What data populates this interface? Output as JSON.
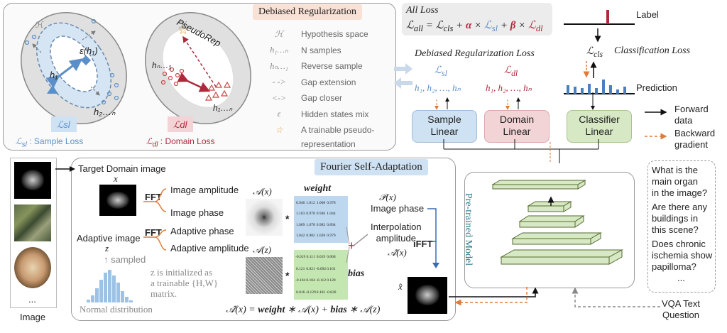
{
  "debiased": {
    "header": "Debiased Regularization",
    "sample_loss_label": "Sample Loss",
    "domain_loss_label": "Domain Loss",
    "pseudo_rep_label": "PseudoRep",
    "legend": [
      {
        "sym": "ℋ",
        "text": "Hypothesis space"
      },
      {
        "sym": "h₁…ₙ",
        "text": "N samples"
      },
      {
        "sym": "hₙ…₁",
        "text": "Reverse sample"
      },
      {
        "sym": "- ->",
        "text": "Gap extension"
      },
      {
        "sym": "<->",
        "text": "Gap closer"
      },
      {
        "sym": "ε",
        "text": "Hidden states mix"
      },
      {
        "sym": "☆",
        "text": "A trainable pseudo-"
      },
      {
        "sym": "",
        "text": "representation"
      }
    ]
  },
  "loss": {
    "all_loss_title": "All Loss",
    "debiased_loss_title": "Debiased Regularization Loss",
    "classification_loss_title": "Classification Loss",
    "hs_list": "h₁, h₂, …, hₙ"
  },
  "linears": {
    "sample": [
      "Sample",
      "Linear"
    ],
    "domain": [
      "Domain",
      "Linear"
    ],
    "classifier": [
      "Classifier",
      "Linear"
    ]
  },
  "labels": {
    "label": "Label",
    "prediction": "Prediction",
    "forward": [
      "Forward",
      "data"
    ],
    "backward": [
      "Backward",
      "gradient"
    ]
  },
  "fourier": {
    "header": "Fourier Self-Adaptation",
    "target_title": "Target Domain image",
    "fft": "FFT",
    "ifft": "iFFT",
    "image_amplitude": "Image amplitude",
    "image_phase": "Image phase",
    "adaptive_image": "Adaptive image",
    "adaptive_phase": "Adaptive phase",
    "adaptive_amplitude": "Adaptive amplitude",
    "sampled": "sampled",
    "normal_distribution": "Normal distribution",
    "z_init": [
      "z is initialized as",
      "a trainable {H,W}",
      "matrix."
    ],
    "weight": "weight",
    "bias": "bias",
    "image_phase_right": "Image phase",
    "interp": [
      "Interpolation",
      "amplitude"
    ],
    "weight_vals": [
      "0.946",
      "1.012",
      "1.008",
      "0.978",
      "",
      "1.103",
      "0.978",
      "0.946",
      "1.044",
      "",
      "1.009",
      "1.078",
      "0.982",
      "0.894",
      "",
      "1.042",
      "0.982",
      "1.028",
      "0.979",
      ""
    ],
    "bias_vals": [
      "-0.019",
      "0.111",
      "0.019",
      "0.068",
      "",
      "0.121",
      "0.021",
      "-0.092",
      "0.101",
      "",
      "-0.104",
      "0.104",
      "-0.112",
      "0.128",
      "",
      "0.016",
      "-0.129",
      "0.102",
      "-0.028",
      ""
    ]
  },
  "model": {
    "label": "Pre-trained Model"
  },
  "vqa": {
    "questions": [
      [
        "What is the",
        "main organ",
        "in the image?"
      ],
      [
        "Are there any",
        "buildings in",
        "this scene?"
      ],
      [
        "Does chronic",
        "ischemia show",
        "papilloma?"
      ]
    ],
    "ellipsis": "...",
    "caption": [
      "VQA Text",
      "Question"
    ]
  },
  "images": {
    "caption": "Image",
    "ellipsis": "..."
  },
  "colors": {
    "blue": "#5b8fc9",
    "red": "#b0283c",
    "orange": "#e07b39",
    "green": "#d6e8c4",
    "pink": "#f3d4d6",
    "lightblue": "#cfe2f3",
    "header": "#f9e1d6"
  }
}
